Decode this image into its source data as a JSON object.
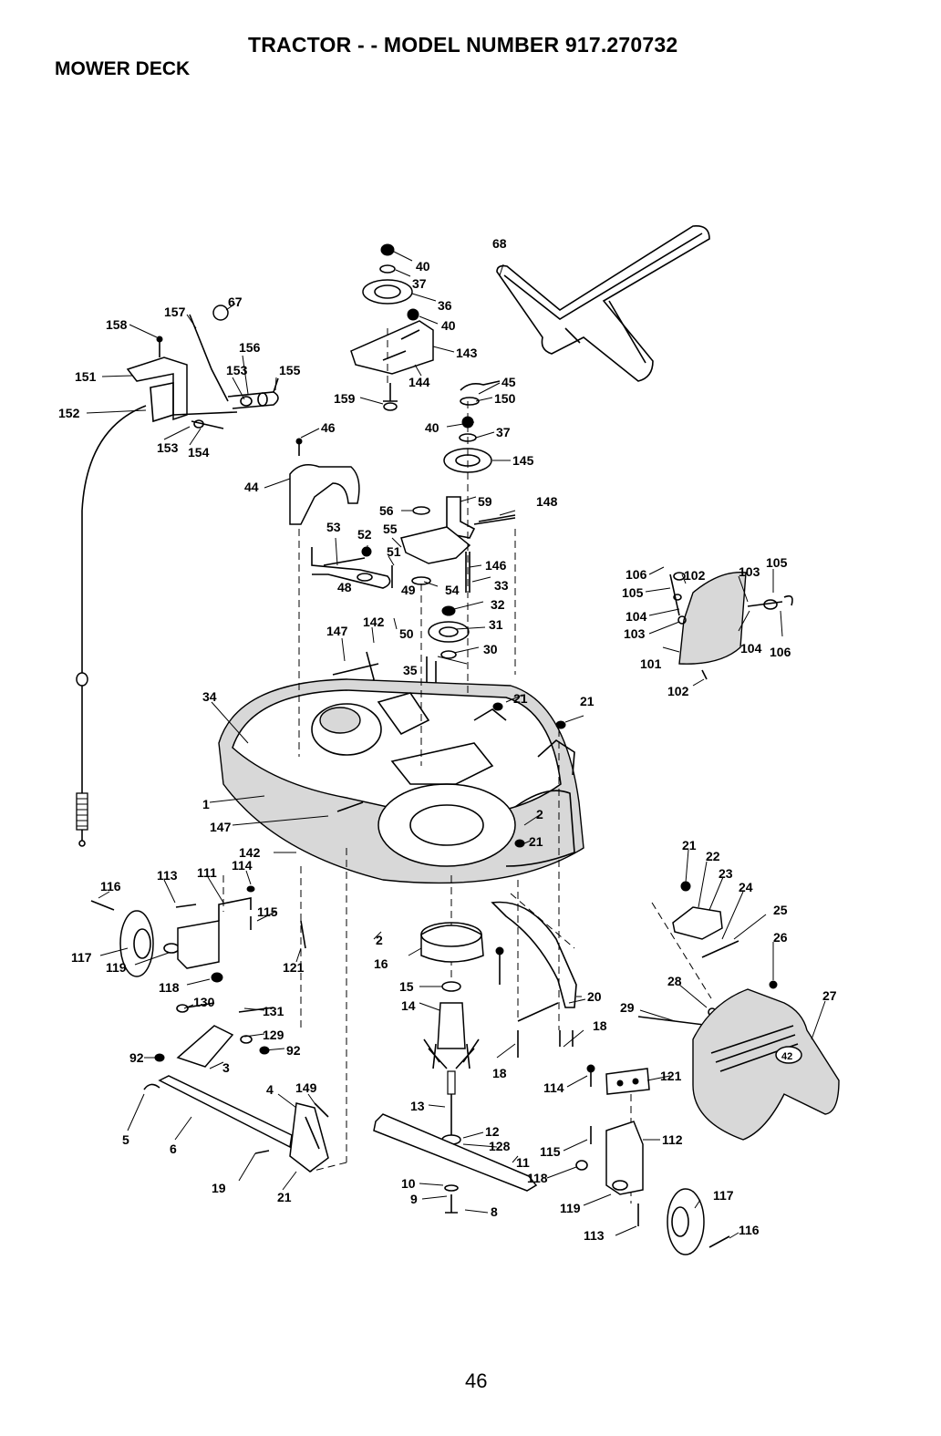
{
  "header": {
    "title": "TRACTOR - - MODEL NUMBER 917.270732",
    "section": "MOWER DECK"
  },
  "footer": {
    "page_number": "46"
  },
  "diagram": {
    "callouts": [
      {
        "id": "c40a",
        "text": "40"
      },
      {
        "id": "c37a",
        "text": "37"
      },
      {
        "id": "c36",
        "text": "36"
      },
      {
        "id": "c40b",
        "text": "40"
      },
      {
        "id": "c143",
        "text": "143"
      },
      {
        "id": "c144",
        "text": "144"
      },
      {
        "id": "c45",
        "text": "45"
      },
      {
        "id": "c150",
        "text": "150"
      },
      {
        "id": "c159",
        "text": "159"
      },
      {
        "id": "c40c",
        "text": "40"
      },
      {
        "id": "c37b",
        "text": "37"
      },
      {
        "id": "c145",
        "text": "145"
      },
      {
        "id": "c68",
        "text": "68"
      },
      {
        "id": "c46",
        "text": "46"
      },
      {
        "id": "c44",
        "text": "44"
      },
      {
        "id": "c56",
        "text": "56"
      },
      {
        "id": "c59",
        "text": "59"
      },
      {
        "id": "c148",
        "text": "148"
      },
      {
        "id": "c53",
        "text": "53"
      },
      {
        "id": "c52",
        "text": "52"
      },
      {
        "id": "c55",
        "text": "55"
      },
      {
        "id": "c51",
        "text": "51"
      },
      {
        "id": "c146",
        "text": "146"
      },
      {
        "id": "c48",
        "text": "48"
      },
      {
        "id": "c54",
        "text": "54"
      },
      {
        "id": "c33",
        "text": "33"
      },
      {
        "id": "c49",
        "text": "49"
      },
      {
        "id": "c32",
        "text": "32"
      },
      {
        "id": "c147a",
        "text": "147"
      },
      {
        "id": "c142a",
        "text": "142"
      },
      {
        "id": "c50",
        "text": "50"
      },
      {
        "id": "c31",
        "text": "31"
      },
      {
        "id": "c30",
        "text": "30"
      },
      {
        "id": "c35",
        "text": "35"
      },
      {
        "id": "c34",
        "text": "34"
      },
      {
        "id": "c21a",
        "text": "21"
      },
      {
        "id": "c21b",
        "text": "21"
      },
      {
        "id": "c1",
        "text": "1"
      },
      {
        "id": "c147b",
        "text": "147"
      },
      {
        "id": "c2a",
        "text": "2"
      },
      {
        "id": "c21c",
        "text": "21"
      },
      {
        "id": "c158",
        "text": "158"
      },
      {
        "id": "c157",
        "text": "157"
      },
      {
        "id": "c67",
        "text": "67"
      },
      {
        "id": "c156",
        "text": "156"
      },
      {
        "id": "c151",
        "text": "151"
      },
      {
        "id": "c153a",
        "text": "153"
      },
      {
        "id": "c155",
        "text": "155"
      },
      {
        "id": "c152",
        "text": "152"
      },
      {
        "id": "c153b",
        "text": "153"
      },
      {
        "id": "c154",
        "text": "154"
      },
      {
        "id": "c106a",
        "text": "106"
      },
      {
        "id": "c102a",
        "text": "102"
      },
      {
        "id": "c103a",
        "text": "103"
      },
      {
        "id": "c105a",
        "text": "105"
      },
      {
        "id": "c105b",
        "text": "105"
      },
      {
        "id": "c104a",
        "text": "104"
      },
      {
        "id": "c103b",
        "text": "103"
      },
      {
        "id": "c101",
        "text": "101"
      },
      {
        "id": "c104b",
        "text": "104"
      },
      {
        "id": "c106b",
        "text": "106"
      },
      {
        "id": "c102b",
        "text": "102"
      },
      {
        "id": "c142b",
        "text": "142"
      },
      {
        "id": "c116a",
        "text": "116"
      },
      {
        "id": "c113a",
        "text": "113"
      },
      {
        "id": "c111",
        "text": "111"
      },
      {
        "id": "c114a",
        "text": "114"
      },
      {
        "id": "c115a",
        "text": "115"
      },
      {
        "id": "c117a",
        "text": "117"
      },
      {
        "id": "c119a",
        "text": "119"
      },
      {
        "id": "c121a",
        "text": "121"
      },
      {
        "id": "c118a",
        "text": "118"
      },
      {
        "id": "c130",
        "text": "130"
      },
      {
        "id": "c131",
        "text": "131"
      },
      {
        "id": "c129",
        "text": "129"
      },
      {
        "id": "c92a",
        "text": "92"
      },
      {
        "id": "c92b",
        "text": "92"
      },
      {
        "id": "c3",
        "text": "3"
      },
      {
        "id": "c4",
        "text": "4"
      },
      {
        "id": "c149",
        "text": "149"
      },
      {
        "id": "c5",
        "text": "5"
      },
      {
        "id": "c6",
        "text": "6"
      },
      {
        "id": "c19",
        "text": "19"
      },
      {
        "id": "c21d",
        "text": "21"
      },
      {
        "id": "c2b",
        "text": "2"
      },
      {
        "id": "c16",
        "text": "16"
      },
      {
        "id": "c15",
        "text": "15"
      },
      {
        "id": "c14",
        "text": "14"
      },
      {
        "id": "c13",
        "text": "13"
      },
      {
        "id": "c12",
        "text": "12"
      },
      {
        "id": "c128",
        "text": "128"
      },
      {
        "id": "c11",
        "text": "11"
      },
      {
        "id": "c10",
        "text": "10"
      },
      {
        "id": "c9",
        "text": "9"
      },
      {
        "id": "c8",
        "text": "8"
      },
      {
        "id": "c18a",
        "text": "18"
      },
      {
        "id": "c18b",
        "text": "18"
      },
      {
        "id": "c20",
        "text": "20"
      },
      {
        "id": "c21e",
        "text": "21"
      },
      {
        "id": "c22",
        "text": "22"
      },
      {
        "id": "c23",
        "text": "23"
      },
      {
        "id": "c24",
        "text": "24"
      },
      {
        "id": "c25",
        "text": "25"
      },
      {
        "id": "c26",
        "text": "26"
      },
      {
        "id": "c27",
        "text": "27"
      },
      {
        "id": "c28",
        "text": "28"
      },
      {
        "id": "c29",
        "text": "29"
      },
      {
        "id": "c114b",
        "text": "114"
      },
      {
        "id": "c121b",
        "text": "121"
      },
      {
        "id": "c112",
        "text": "112"
      },
      {
        "id": "c115b",
        "text": "115"
      },
      {
        "id": "c118b",
        "text": "118"
      },
      {
        "id": "c119b",
        "text": "119"
      },
      {
        "id": "c117b",
        "text": "117"
      },
      {
        "id": "c113b",
        "text": "113"
      },
      {
        "id": "c116b",
        "text": "116"
      }
    ],
    "deck_badge": "42"
  }
}
